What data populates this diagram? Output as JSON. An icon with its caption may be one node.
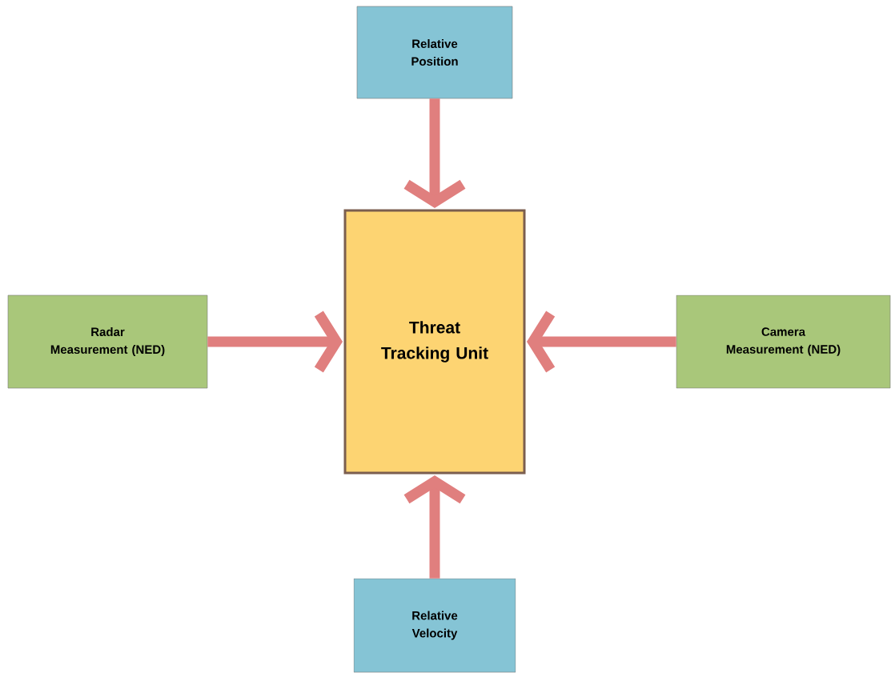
{
  "diagram": {
    "nodes": [
      {
        "text": [
          "Relative Position"
        ]
      },
      {
        "text": [
          "Radar Measurement (NED)"
        ]
      },
      {
        "text": [
          "Threat Tracking Unit"
        ]
      },
      {
        "text": [
          "Camera Measurement (NED)"
        ]
      },
      {
        "text": [
          "Relative Velocity"
        ]
      }
    ],
    "edges": [
      {
        "from": 0,
        "to": 2,
        "arrow": "to"
      },
      {
        "from": 1,
        "to": 2,
        "arrow": "to"
      },
      {
        "from": 3,
        "to": 2,
        "arrow": "to"
      },
      {
        "from": 4,
        "to": 2,
        "arrow": "to"
      }
    ]
  }
}
